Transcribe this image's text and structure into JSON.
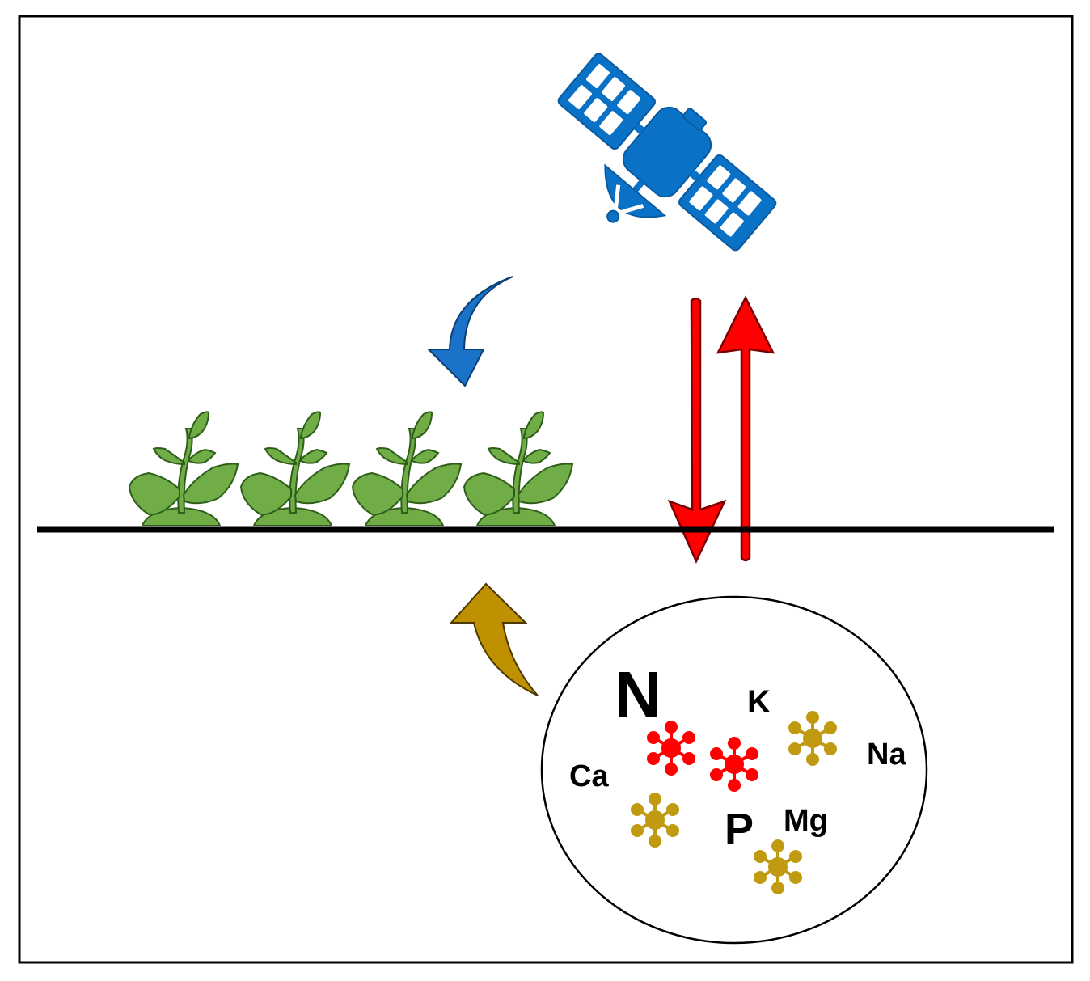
{
  "colors": {
    "satellite": "#0a72c6",
    "plant_leaf": "#70ad47",
    "red_arrow": "#ff0000",
    "blue_arrow": "#1a73c8",
    "gold_arrow": "#bf9000",
    "molecule_red": "#ff0000",
    "molecule_gold": "#c09a10",
    "ground_line": "#000000"
  },
  "icons": [
    "satellite-icon",
    "plant-icon",
    "molecule-icon"
  ],
  "nutrients": {
    "N": "N",
    "K": "K",
    "Na": "Na",
    "Ca": "Ca",
    "P": "P",
    "Mg": "Mg"
  }
}
